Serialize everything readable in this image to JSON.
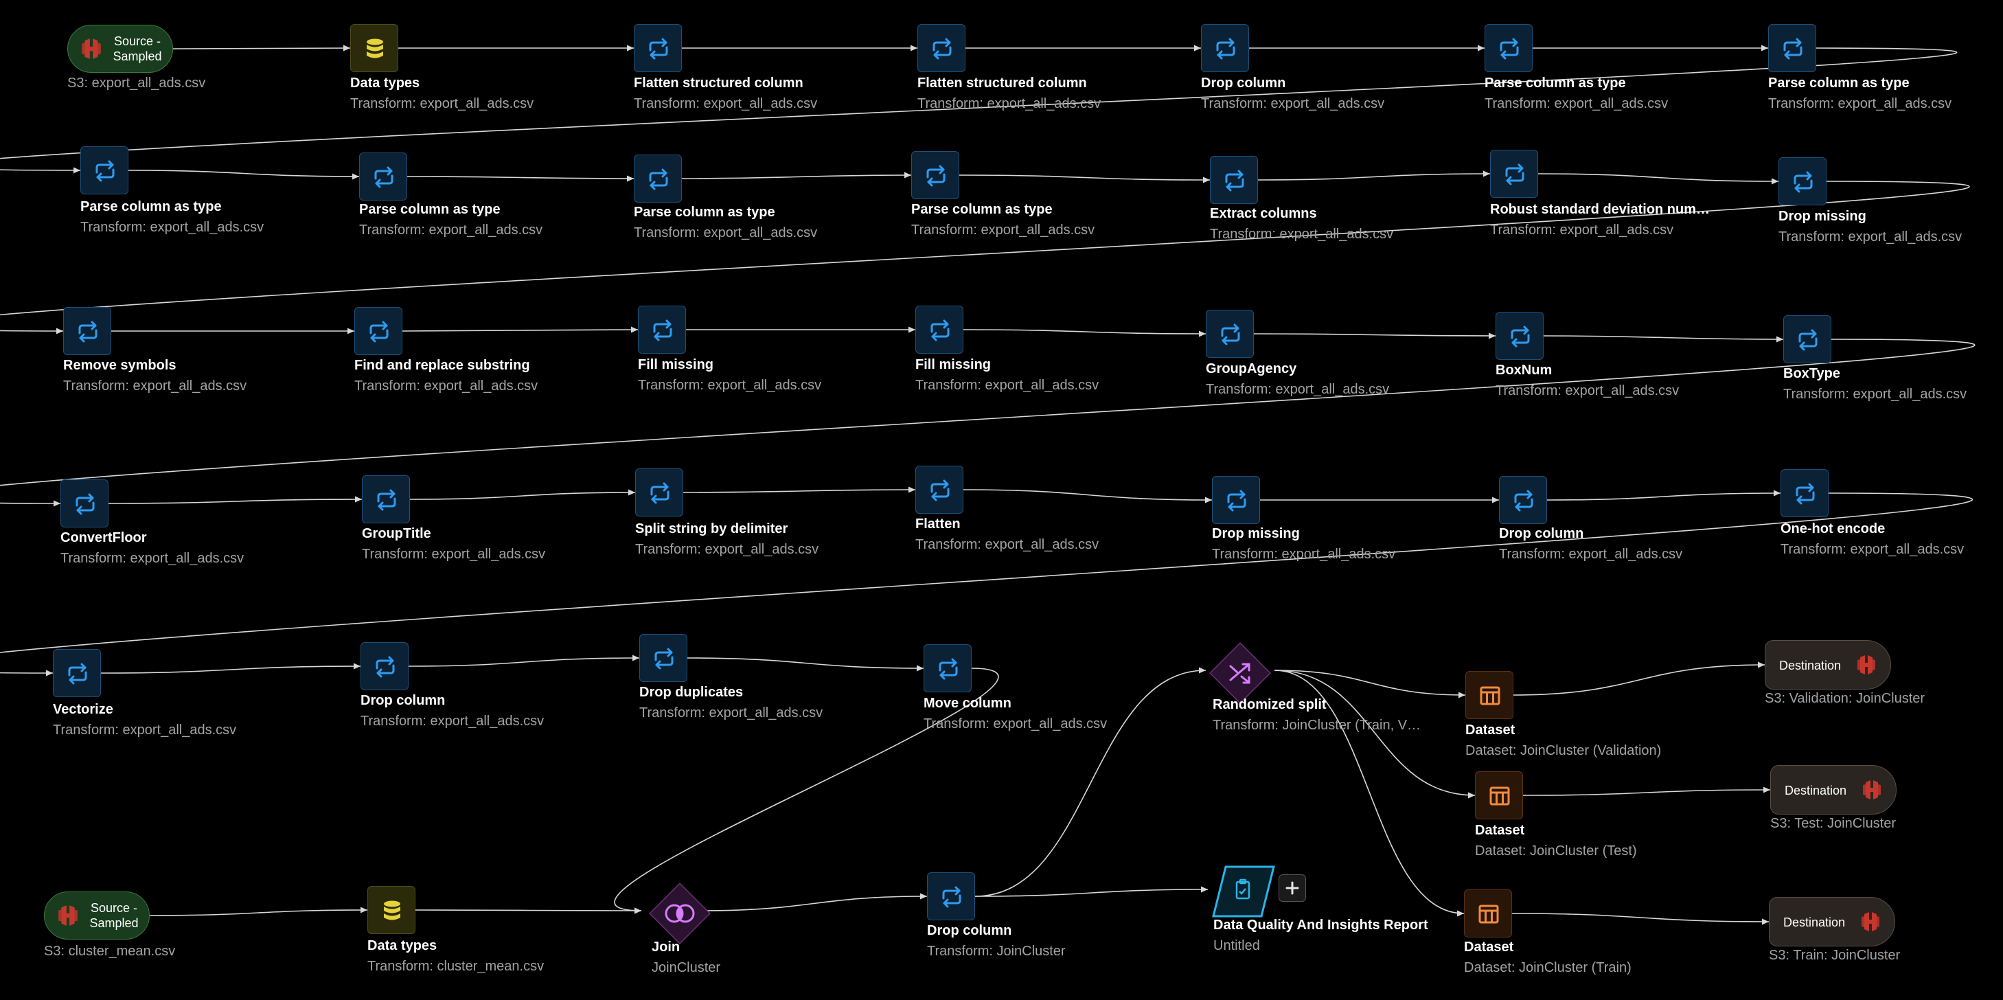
{
  "colors": {
    "edge": "#d8d8d8",
    "transform_icon": "#2f9bf0",
    "datatype_icon": "#e5d33c",
    "dataset_icon": "#f28b3d",
    "split_icon": "#d77cff",
    "aws_red": "#c7372e",
    "quality_icon": "#2ab4e8"
  },
  "nodes": [
    {
      "id": "src1",
      "kind": "source",
      "line1": "Source -",
      "line2": "Sampled",
      "sub": "S3: export_all_ads.csv"
    },
    {
      "id": "dt1",
      "kind": "datatype",
      "title": "Data types",
      "sub": "Transform: export_all_ads.csv"
    },
    {
      "id": "r1a",
      "kind": "transform",
      "title": "Flatten structured column",
      "sub": "Transform: export_all_ads.csv"
    },
    {
      "id": "r1b",
      "kind": "transform",
      "title": "Flatten structured column",
      "sub": "Transform: export_all_ads.csv"
    },
    {
      "id": "r1c",
      "kind": "transform",
      "title": "Drop column",
      "sub": "Transform: export_all_ads.csv"
    },
    {
      "id": "r1d",
      "kind": "transform",
      "title": "Parse column as type",
      "sub": "Transform: export_all_ads.csv"
    },
    {
      "id": "r1e",
      "kind": "transform",
      "title": "Parse column as type",
      "sub": "Transform: export_all_ads.csv"
    },
    {
      "id": "r2a",
      "kind": "transform",
      "title": "Parse column as type",
      "sub": "Transform: export_all_ads.csv"
    },
    {
      "id": "r2b",
      "kind": "transform",
      "title": "Parse column as type",
      "sub": "Transform: export_all_ads.csv"
    },
    {
      "id": "r2c",
      "kind": "transform",
      "title": "Parse column as type",
      "sub": "Transform: export_all_ads.csv"
    },
    {
      "id": "r2d",
      "kind": "transform",
      "title": "Parse column as type",
      "sub": "Transform: export_all_ads.csv"
    },
    {
      "id": "r2e",
      "kind": "transform",
      "title": "Extract columns",
      "sub": "Transform: export_all_ads.csv"
    },
    {
      "id": "r2f",
      "kind": "transform",
      "title": "Robust standard deviation num…",
      "sub": "Transform: export_all_ads.csv"
    },
    {
      "id": "r2g",
      "kind": "transform",
      "title": "Drop missing",
      "sub": "Transform: export_all_ads.csv"
    },
    {
      "id": "r3a",
      "kind": "transform",
      "title": "Remove symbols",
      "sub": "Transform: export_all_ads.csv"
    },
    {
      "id": "r3b",
      "kind": "transform",
      "title": "Find and replace substring",
      "sub": "Transform: export_all_ads.csv"
    },
    {
      "id": "r3c",
      "kind": "transform",
      "title": "Fill missing",
      "sub": "Transform: export_all_ads.csv"
    },
    {
      "id": "r3d",
      "kind": "transform",
      "title": "Fill missing",
      "sub": "Transform: export_all_ads.csv"
    },
    {
      "id": "r3e",
      "kind": "transform",
      "title": "GroupAgency",
      "sub": "Transform: export_all_ads.csv"
    },
    {
      "id": "r3f",
      "kind": "transform",
      "title": "BoxNum",
      "sub": "Transform: export_all_ads.csv"
    },
    {
      "id": "r3g",
      "kind": "transform",
      "title": "BoxType",
      "sub": "Transform: export_all_ads.csv"
    },
    {
      "id": "r4a",
      "kind": "transform",
      "title": "ConvertFloor",
      "sub": "Transform: export_all_ads.csv"
    },
    {
      "id": "r4b",
      "kind": "transform",
      "title": "GroupTitle",
      "sub": "Transform: export_all_ads.csv"
    },
    {
      "id": "r4c",
      "kind": "transform",
      "title": "Split string by delimiter",
      "sub": "Transform: export_all_ads.csv"
    },
    {
      "id": "r4d",
      "kind": "transform",
      "title": "Flatten",
      "sub": "Transform: export_all_ads.csv"
    },
    {
      "id": "r4e",
      "kind": "transform",
      "title": "Drop missing",
      "sub": "Transform: export_all_ads.csv"
    },
    {
      "id": "r4f",
      "kind": "transform",
      "title": "Drop column",
      "sub": "Transform: export_all_ads.csv"
    },
    {
      "id": "r4g",
      "kind": "transform",
      "title": "One-hot encode",
      "sub": "Transform: export_all_ads.csv"
    },
    {
      "id": "r5a",
      "kind": "transform",
      "title": "Vectorize",
      "sub": "Transform: export_all_ads.csv"
    },
    {
      "id": "r5b",
      "kind": "transform",
      "title": "Drop column",
      "sub": "Transform: export_all_ads.csv"
    },
    {
      "id": "r5c",
      "kind": "transform",
      "title": "Drop duplicates",
      "sub": "Transform: export_all_ads.csv"
    },
    {
      "id": "r5d",
      "kind": "transform",
      "title": "Move column",
      "sub": "Transform: export_all_ads.csv"
    },
    {
      "id": "split",
      "kind": "split",
      "title": "Randomized split",
      "sub": "Transform: JoinCluster (Train, V…"
    },
    {
      "id": "dsval",
      "kind": "dataset",
      "title": "Dataset",
      "sub": "Dataset: JoinCluster (Validation)"
    },
    {
      "id": "dstest",
      "kind": "dataset",
      "title": "Dataset",
      "sub": "Dataset: JoinCluster (Test)"
    },
    {
      "id": "dstrain",
      "kind": "dataset",
      "title": "Dataset",
      "sub": "Dataset: JoinCluster (Train)"
    },
    {
      "id": "destval",
      "kind": "dest",
      "label": "Destination",
      "sub": "S3: Validation: JoinCluster"
    },
    {
      "id": "desttest",
      "kind": "dest",
      "label": "Destination",
      "sub": "S3: Test: JoinCluster"
    },
    {
      "id": "desttrain",
      "kind": "dest",
      "label": "Destination",
      "sub": "S3: Train: JoinCluster"
    },
    {
      "id": "src2",
      "kind": "source",
      "line1": "Source -",
      "line2": "Sampled",
      "sub": "S3: cluster_mean.csv"
    },
    {
      "id": "dt2",
      "kind": "datatype",
      "title": "Data types",
      "sub": "Transform: cluster_mean.csv"
    },
    {
      "id": "join",
      "kind": "join",
      "title": "Join",
      "sub": "JoinCluster"
    },
    {
      "id": "dcj",
      "kind": "transform",
      "title": "Drop column",
      "sub": "Transform: JoinCluster"
    },
    {
      "id": "dq",
      "kind": "quality",
      "title": "Data Quality And Insights Report",
      "sub": "Untitled"
    }
  ]
}
